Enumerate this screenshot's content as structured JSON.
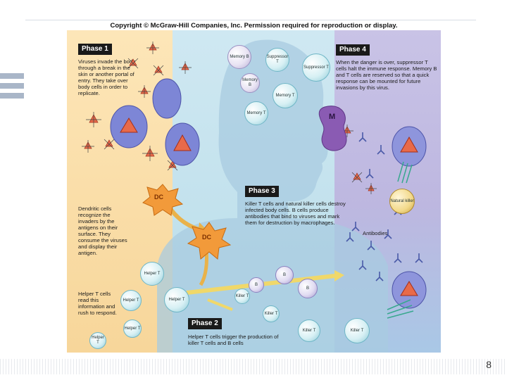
{
  "copyright": "Copyright © McGraw-Hill Companies, Inc. Permission required for reproduction or display.",
  "slide_number": "8",
  "phases": {
    "phase1": {
      "label": "Phase 1",
      "text": "Viruses invade the body through a break in the skin or another portal of entry. They take over body cells in order to replicate."
    },
    "phase2": {
      "label": "Phase 2",
      "text": "Helper T cells trigger the production of killer T cells and B cells"
    },
    "phase3": {
      "label": "Phase 3",
      "text": "Killer T cells and natural killer cells destroy infected body cells. B cells produce antibodies that bind to viruses and mark them for destruction by macrophages."
    },
    "phase4": {
      "label": "Phase 4",
      "text": "When the danger is over, suppressor T cells halt the immune response. Memory B and T cells are reserved so that a quick response can be mounted for future invasions by this virus."
    }
  },
  "side_text": {
    "dendritic": "Dendritic cells recognize the invaders by the antigens on their surface. They consume the viruses and display their antigen.",
    "helper": "Helper T cells read this information and rush to respond."
  },
  "labels": {
    "memory_b": "Memory B",
    "suppressor_t": "Suppressor T",
    "suppressor_t2": "Suppressor T",
    "memory_b2": "Memory B",
    "memory_t": "Memory T",
    "memory_t2": "Memory T",
    "macrophage": "M",
    "dc1": "DC",
    "dc2": "DC",
    "natural_killer": "Natural killer",
    "antibodies": "Antibodies",
    "helper_t1": "Helper T",
    "helper_t2": "Helper T",
    "helper_t3": "Helper T",
    "helper_t4": "Helper T",
    "helper_t5": "Helper T",
    "b1": "B",
    "b2": "B",
    "b3": "B",
    "killer_t1": "Killer T",
    "killer_t2": "Killer T",
    "killer_t3": "Killer T",
    "killer_t4": "Killer T"
  }
}
